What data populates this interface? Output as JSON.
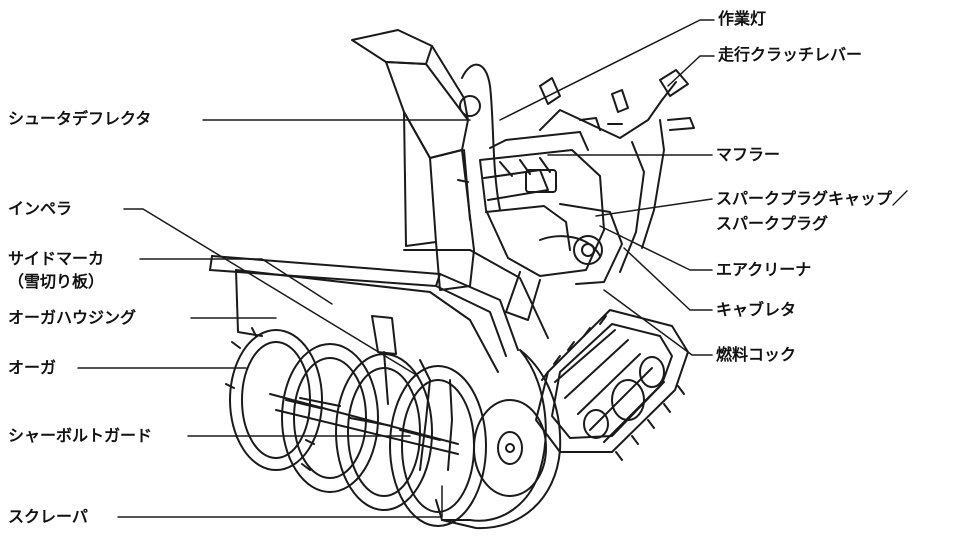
{
  "diagram": {
    "left_labels": [
      "シュータデフレクタ",
      "インペラ",
      "サイドマーカ",
      "（雪切り板）",
      "オーガハウジング",
      "オーガ",
      "シャーボルトガード",
      "スクレーパ"
    ],
    "right_labels": [
      "作業灯",
      "走行クラッチレバー",
      "マフラー",
      "スパークプラグキャップ／",
      "スパークプラグ",
      "エアクリーナ",
      "キャブレタ",
      "燃料コック"
    ]
  },
  "colors": {
    "line": "#1a1a1a",
    "background": "#ffffff"
  }
}
